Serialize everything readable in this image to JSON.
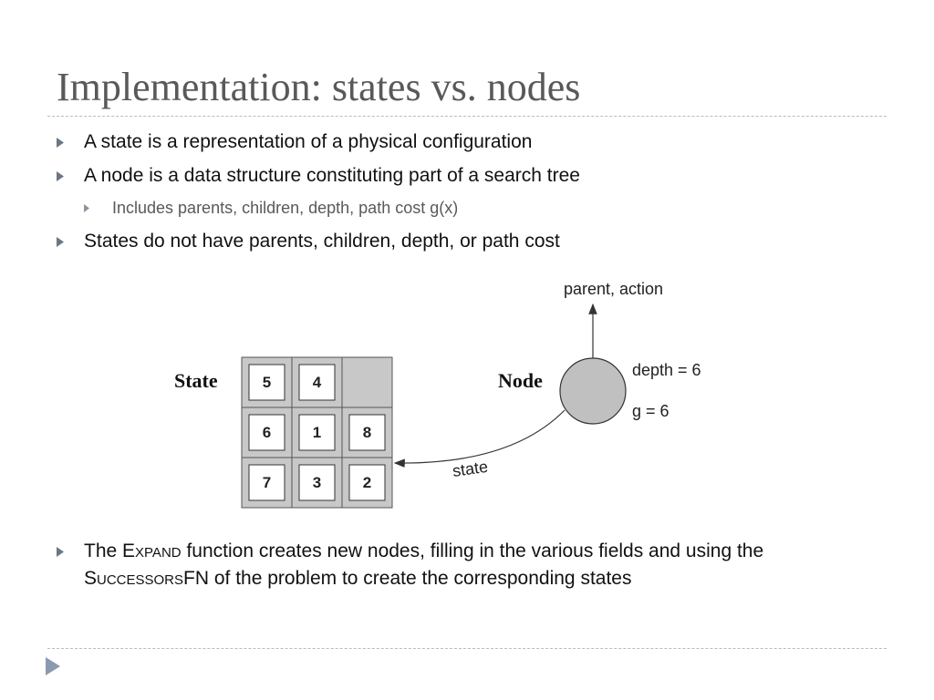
{
  "slide": {
    "title": "Implementation: states vs. nodes",
    "bullets": [
      "A state is a representation of a physical configuration",
      "A node is a data structure constituting part of a search tree",
      "States do not have parents, children, depth, or path cost"
    ],
    "sub_bullet": "Includes parents, children, depth, path cost g(x)",
    "last_bullet": {
      "t1": "The ",
      "expand": "Expand",
      "t2": " function creates new nodes, filling in the various fields and using the ",
      "successors": "Successors",
      "fn": "FN",
      "t3": " of the problem to create the corresponding states"
    }
  },
  "diagram": {
    "state_label": "State",
    "node_label": "Node",
    "grid": [
      "5",
      "4",
      "",
      "6",
      "1",
      "8",
      "7",
      "3",
      "2"
    ],
    "parent_action": "parent, action",
    "depth": "depth = 6",
    "g": "g = 6",
    "state_arrow": "state"
  },
  "colors": {
    "title": "#595959",
    "marker": "#6b7686",
    "node_fill": "#c0c0c0",
    "grid_fill": "#c8c8c8"
  },
  "icons": {
    "bullet": "triangle-right-icon",
    "nav": "play-arrow-icon"
  }
}
